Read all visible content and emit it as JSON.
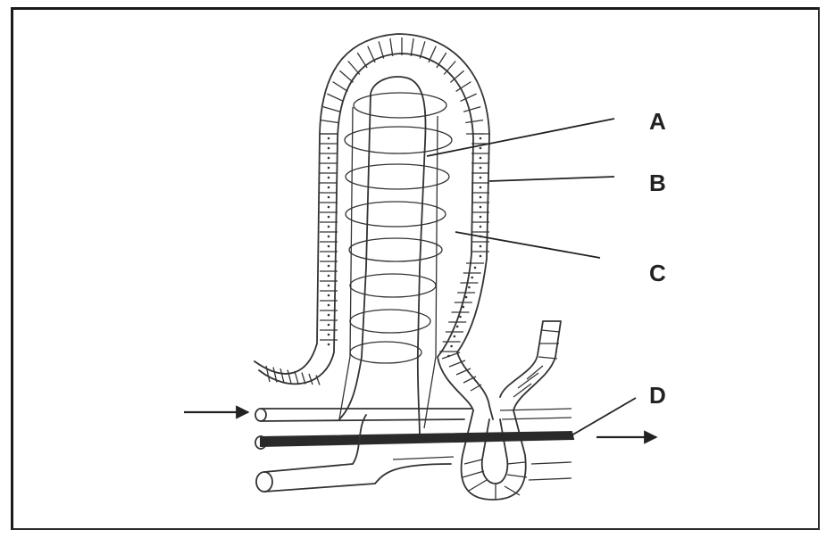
{
  "labels": {
    "a": "A",
    "b": "B",
    "c": "C",
    "d": "D"
  },
  "colors": {
    "ink": "#333333",
    "frame": "#1b1b1b",
    "background": "#ffffff"
  }
}
